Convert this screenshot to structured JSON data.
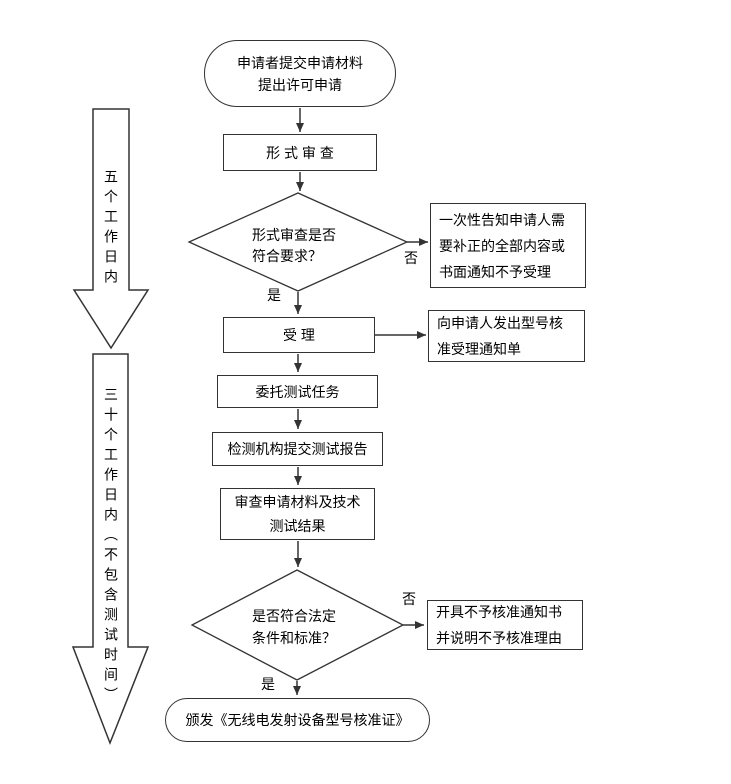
{
  "nodes": {
    "start": {
      "text": "申请者提交申请材料\n提出许可申请"
    },
    "formal_review": {
      "text": "形 式 审 查"
    },
    "decision_formal": {
      "text": "形式审查是否\n符合要求？"
    },
    "notify_correction": {
      "text": "一次性告知申请人需\n要补正的全部内容或\n书面通知不予受理"
    },
    "accept": {
      "text": "受 理"
    },
    "acceptance_notice": {
      "text": "向申请人发出型号核\n准受理通知单"
    },
    "commission_test": {
      "text": "委托测试任务"
    },
    "submit_report": {
      "text": "检测机构提交测试报告"
    },
    "review_results": {
      "text": "审查申请材料及技术\n测试结果"
    },
    "decision_legal": {
      "text": "是否符合法定\n条件和标准？"
    },
    "rejection_notice": {
      "text": "开具不予核准通知书\n并说明不予核准理由"
    },
    "issue_cert": {
      "text": "颁发《无线电发射设备型号核准证》"
    }
  },
  "edge_labels": {
    "decision_formal_no": "否",
    "decision_formal_yes": "是",
    "decision_legal_no": "否",
    "decision_legal_yes": "是"
  },
  "timeline": {
    "five_days": "五个工作日内",
    "thirty_days": "三十个工作日内（不包含测试时间）"
  },
  "colors": {
    "line": "#333333",
    "text": "#000000",
    "background": "#ffffff"
  }
}
